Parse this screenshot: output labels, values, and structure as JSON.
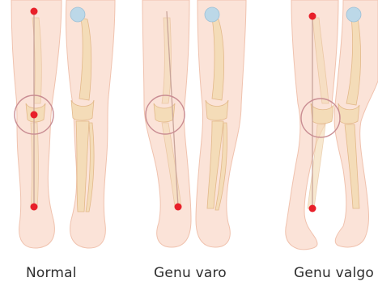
{
  "panels": [
    {
      "label": "Normal"
    },
    {
      "label": "Genu varo"
    },
    {
      "label": "Genu valgo"
    }
  ],
  "colors": {
    "skin": "#fbe3d8",
    "skin_edge": "#f0c2ae",
    "bone": "#f4dcb8",
    "bone_edge": "#e3b98a",
    "joint": "#bcd8e8",
    "axis_line": "#c9a49a",
    "point": "#e8202a",
    "circle": "#c98d93"
  }
}
